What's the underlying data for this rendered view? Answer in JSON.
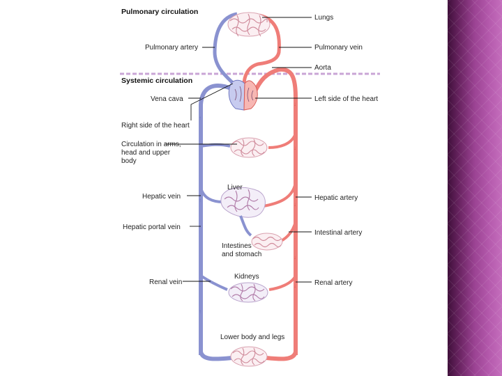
{
  "headers": {
    "pulmonary": "Pulmonary circulation",
    "systemic": "Systemic circulation"
  },
  "labels": {
    "lungs": "Lungs",
    "pulmonary_artery": "Pulmonary artery",
    "pulmonary_vein": "Pulmonary vein",
    "aorta": "Aorta",
    "vena_cava": "Vena cava",
    "left_heart": "Left side of the heart",
    "right_heart": "Right side of the heart",
    "arms_1": "Circulation in arms,",
    "arms_2": "head and upper",
    "arms_3": "body",
    "liver": "Liver",
    "hepatic_vein": "Hepatic vein",
    "hepatic_artery": "Hepatic artery",
    "hepatic_portal_vein": "Hepatic portal vein",
    "intestinal_artery": "Intestinal artery",
    "intestines_1": "Intestines",
    "intestines_2": "and stomach",
    "kidneys": "Kidneys",
    "renal_vein": "Renal vein",
    "renal_artery": "Renal artery",
    "lower_body": "Lower body and legs"
  },
  "colors": {
    "deoxygenated": "#8a92d0",
    "oxygenated": "#ef7d78",
    "divider": "#c9a5d6",
    "sidebar": "#7c2f72"
  }
}
